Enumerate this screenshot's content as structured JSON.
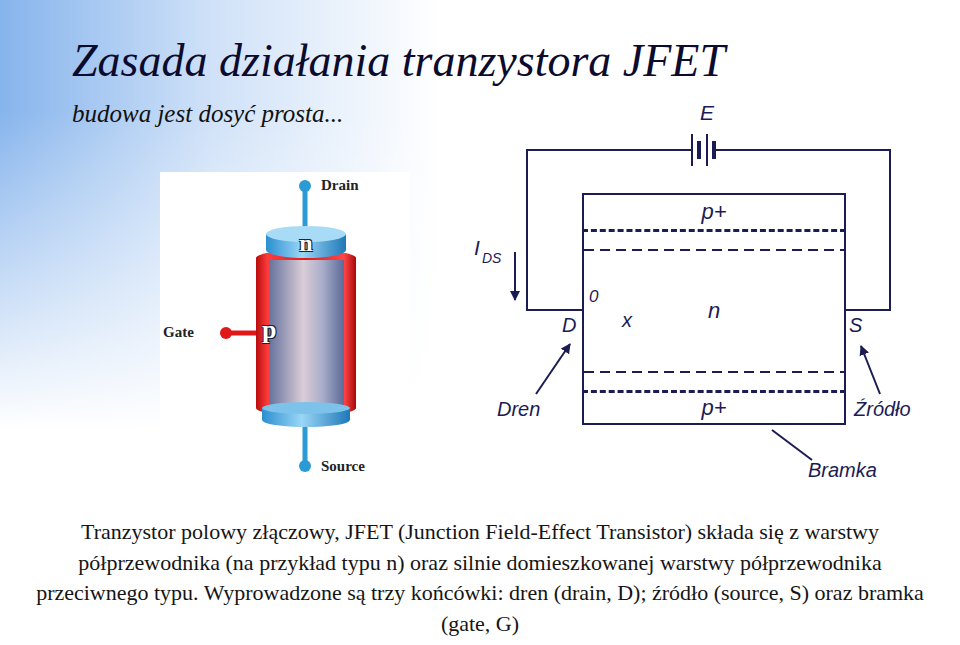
{
  "diagram": {
    "title": "Zasada działania tranzystora JFET",
    "caption": "Tranzystor polowy złączowy, JFET (Junction Field-Effect Transistor) składa się z warstwy półprzewodnika (na przykład typu n) oraz silnie domieszkowanej warstwy półprzewodnika przeciwnego typu. Wyprowadzone są trzy końcówki: dren (drain, D); źródło (source, S) oraz bramka (gate, G)",
    "nodes": [
      {
        "text": [
          "n"
        ]
      },
      {
        "text": [
          "p"
        ]
      },
      {
        "text": [
          "p+"
        ]
      },
      {
        "text": [
          "n"
        ]
      },
      {
        "text": [
          "p+"
        ]
      }
    ],
    "labels": [
      "budowa jest dosyć prosta...",
      "Drain",
      "Gate",
      "Source",
      "E",
      "I",
      "DS",
      "0",
      "D",
      "x",
      "S",
      "Dren",
      "Źródło",
      "Bramka"
    ]
  }
}
